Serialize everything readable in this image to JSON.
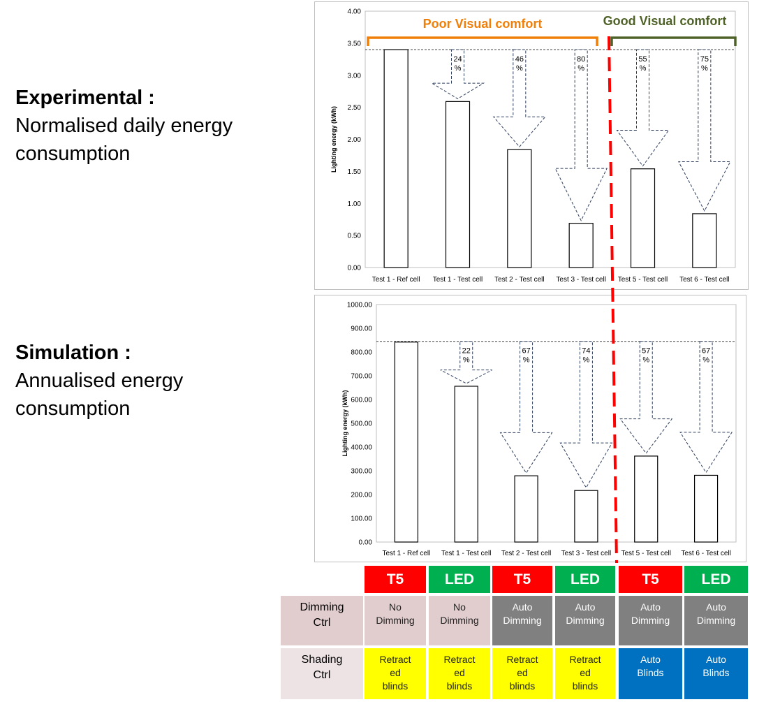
{
  "left_labels": {
    "experimental": {
      "head": "Experimental :",
      "line1": "Normalised daily energy",
      "line2": "consumption"
    },
    "simulation": {
      "head": "Simulation :",
      "line1": "Annualised energy",
      "line2": "consumption"
    }
  },
  "annotations": {
    "poor": {
      "text": "Poor Visual comfort",
      "color": "#f07f09"
    },
    "good": {
      "text": "Good Visual comfort",
      "color": "#4f6228"
    },
    "divider_color": "#ff0000"
  },
  "chart_data": [
    {
      "type": "bar",
      "title": "",
      "xlabel": "",
      "ylabel": "Lighting energy (kWh)",
      "ylim": [
        0,
        4
      ],
      "yticks": [
        "0.00",
        "0.50",
        "1.00",
        "1.50",
        "2.00",
        "2.50",
        "3.00",
        "3.50",
        "4.00"
      ],
      "reference_line": 3.4,
      "categories": [
        "Test 1 - Ref cell",
        "Test 1 - Test cell",
        "Test 2 - Test cell",
        "Test 3 - Test cell",
        "Test 5 - Test cell",
        "Test 6 - Test cell"
      ],
      "values": [
        3.4,
        2.59,
        1.84,
        0.69,
        1.54,
        0.84
      ],
      "reductions": [
        "",
        "24\n%",
        "46\n%",
        "80\n%",
        "55\n%",
        "75\n%"
      ],
      "grid": false,
      "legend": "none"
    },
    {
      "type": "bar",
      "title": "",
      "xlabel": "",
      "ylabel": "Lighting energy (kWh)",
      "ylim": [
        0,
        1000
      ],
      "yticks": [
        "0.00",
        "100.00",
        "200.00",
        "300.00",
        "400.00",
        "500.00",
        "600.00",
        "700.00",
        "800.00",
        "900.00",
        "1000.00"
      ],
      "reference_line": 845,
      "categories": [
        "Test 1 - Ref cell",
        "Test 1 - Test cell",
        "Test 2 - Test cell",
        "Test 3 - Test cell",
        "Test 5 - Test cell",
        "Test 6 - Test cell"
      ],
      "values": [
        842,
        656,
        279,
        217,
        362,
        281
      ],
      "reductions": [
        "",
        "22\n%",
        "67\n%",
        "74\n%",
        "57\n%",
        "67\n%"
      ],
      "grid": false,
      "legend": "none"
    }
  ],
  "table": {
    "lamp_row": [
      {
        "label": "T5",
        "color": "#ff0000"
      },
      {
        "label": "LED",
        "color": "#00b050"
      },
      {
        "label": "T5",
        "color": "#ff0000"
      },
      {
        "label": "LED",
        "color": "#00b050"
      },
      {
        "label": "T5",
        "color": "#ff0000"
      },
      {
        "label": "LED",
        "color": "#00b050"
      }
    ],
    "dimming_header": "Dimming\nCtrl",
    "dimming_header_color": "#e1ccce",
    "dimming_row": [
      {
        "label": "No\nDimming",
        "color": "#e1ccce",
        "text_color": "#222222"
      },
      {
        "label": "No\nDimming",
        "color": "#e1ccce",
        "text_color": "#222222"
      },
      {
        "label": "Auto\nDimming",
        "color": "#808080",
        "text_color": "#ffffff"
      },
      {
        "label": "Auto\nDimming",
        "color": "#808080",
        "text_color": "#ffffff"
      },
      {
        "label": "Auto\nDimming",
        "color": "#808080",
        "text_color": "#ffffff"
      },
      {
        "label": "Auto\nDimming",
        "color": "#808080",
        "text_color": "#ffffff"
      }
    ],
    "shading_header": "Shading\nCtrl",
    "shading_header_color": "#ede3e5",
    "shading_row": [
      {
        "label": "Retract\ned\nblinds",
        "color": "#ffff00",
        "text_color": "#222222"
      },
      {
        "label": "Retract\ned\nblinds",
        "color": "#ffff00",
        "text_color": "#222222"
      },
      {
        "label": "Retract\ned\nblinds",
        "color": "#ffff00",
        "text_color": "#222222"
      },
      {
        "label": "Retract\ned\nblinds",
        "color": "#ffff00",
        "text_color": "#222222"
      },
      {
        "label": "Auto\nBlinds",
        "color": "#0070c0",
        "text_color": "#ffffff"
      },
      {
        "label": "Auto\nBlinds",
        "color": "#0070c0",
        "text_color": "#ffffff"
      }
    ]
  }
}
